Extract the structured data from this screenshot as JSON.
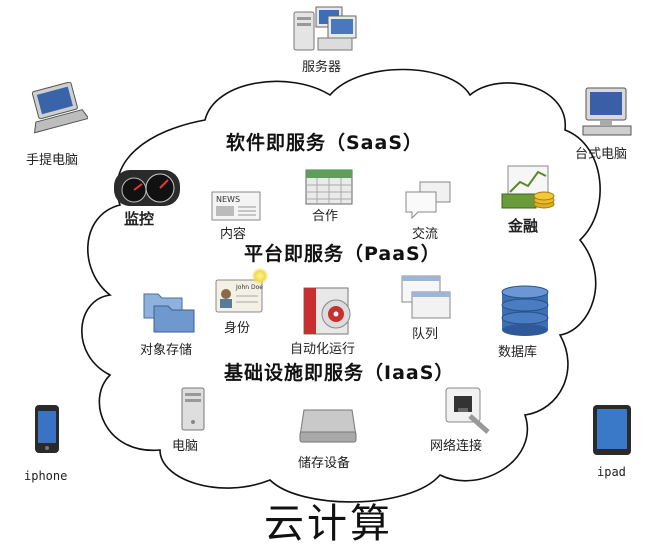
{
  "title": "云计算",
  "layers": {
    "saas": "软件即服务（SaaS）",
    "paas": "平台即服务（PaaS）",
    "iaas": "基础设施即服务（IaaS）"
  },
  "devices": {
    "server": "服务器",
    "laptop": "手提电脑",
    "desktop": "台式电脑",
    "iphone": "iphone",
    "ipad": "ipad"
  },
  "saas_items": {
    "monitor": "监控",
    "content": "内容",
    "collab": "合作",
    "chat": "交流",
    "finance": "金融"
  },
  "paas_items": {
    "storage": "对象存储",
    "identity": "身份",
    "automation": "自动化运行",
    "queue": "队列",
    "database": "数据库"
  },
  "iaas_items": {
    "computer": "电脑",
    "storage_device": "储存设备",
    "network": "网络连接"
  },
  "identity_card_text": "John Doe",
  "news_text": "NEWS",
  "colors": {
    "cloud_stroke": "#111111",
    "folder": "#6f98cf",
    "database": "#3d6fb5",
    "cash": "#6a9b3a",
    "coin": "#e0b020"
  }
}
